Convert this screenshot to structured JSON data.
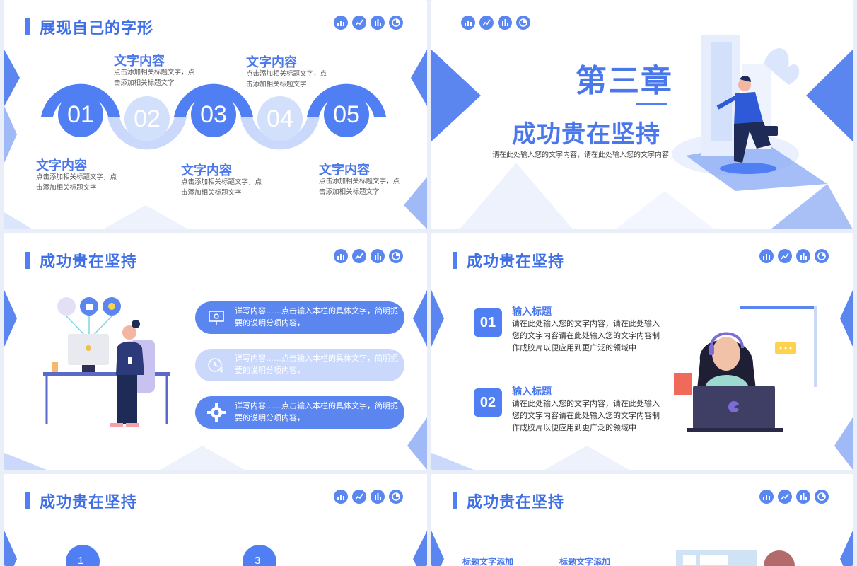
{
  "slide1": {
    "title": "展现自己的字形",
    "rings": [
      "01",
      "02",
      "03",
      "04",
      "05"
    ],
    "items": [
      {
        "heading": "文字内容",
        "text": "点击添加相关标题文字，点击添加相关标题文字"
      },
      {
        "heading": "文字内容",
        "text": "点击添加相关标题文字，点击添加相关标题文字"
      },
      {
        "heading": "文字内容",
        "text": "点击添加相关标题文字，点击添加相关标题文字"
      },
      {
        "heading": "文字内容",
        "text": "点击添加相关标题文字，点击添加相关标题文字"
      },
      {
        "heading": "文字内容",
        "text": "点击添加相关标题文字，点击添加相关标题文字"
      }
    ]
  },
  "slide2": {
    "chapter": "第三章",
    "subtitle": "成功贵在坚持",
    "description": "请在此处输入您的文字内容，请在此处输入您的文字内容"
  },
  "slide3": {
    "title": "成功贵在坚持",
    "pills": [
      {
        "text": "详写内容……点击输入本栏的具体文字，简明扼要的说明分项内容，",
        "icon": "presentation-icon"
      },
      {
        "text": "详写内容……点击输入本栏的具体文字，简明扼要的说明分项内容，",
        "icon": "money-clock-icon"
      },
      {
        "text": "详写内容……点击输入本栏的具体文字，简明扼要的说明分项内容，",
        "icon": "gear-icon"
      }
    ]
  },
  "slide4": {
    "title": "成功贵在坚持",
    "items": [
      {
        "num": "01",
        "heading": "输入标题",
        "text": "请在此处输入您的文字内容，请在此处输入您的文字内容请在此处输入您的文字内容制作成胶片以便应用到更广泛的领域中"
      },
      {
        "num": "02",
        "heading": "输入标题",
        "text": "请在此处输入您的文字内容，请在此处输入您的文字内容请在此处输入您的文字内容制作成胶片以便应用到更广泛的领域中"
      }
    ]
  },
  "slide5": {
    "title": "成功贵在坚持",
    "steps": [
      "1",
      "3"
    ]
  },
  "slide6": {
    "title": "成功贵在坚持",
    "labels": [
      "标题文字添加",
      "标题文字添加"
    ]
  },
  "colors": {
    "accent": "#4f7ff2",
    "light": "#c9d8fb",
    "pale": "#e3ebfd"
  },
  "toolbar_icons": [
    "bar-chart-icon",
    "line-chart-icon",
    "column-chart-icon",
    "pie-chart-icon"
  ]
}
